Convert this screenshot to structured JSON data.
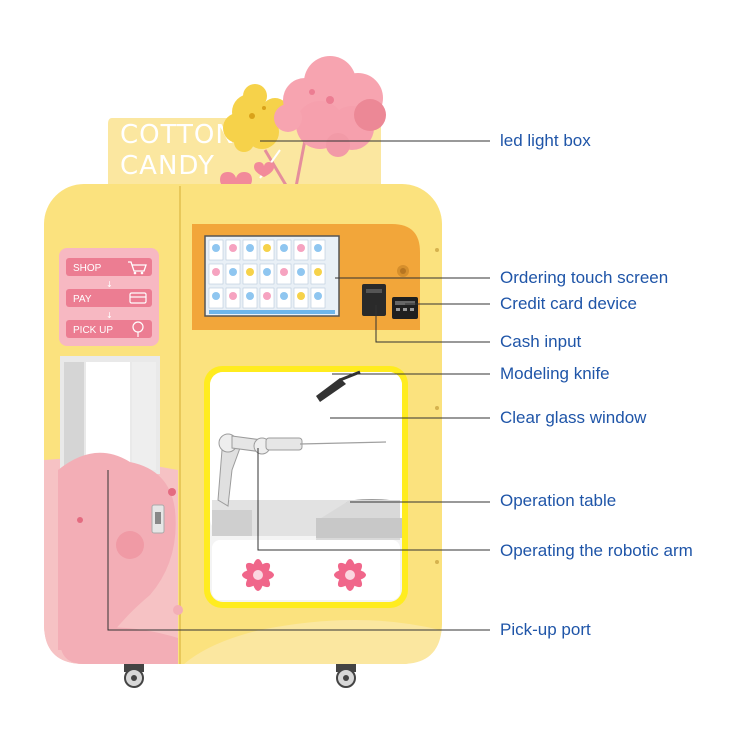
{
  "sign": {
    "line1": "COTTON",
    "line2": "CANDY"
  },
  "steps": [
    {
      "label": "SHOP",
      "icon": "cart-icon"
    },
    {
      "label": "PAY",
      "icon": "card-icon"
    },
    {
      "label": "PICK UP",
      "icon": "cotton-candy-icon"
    }
  ],
  "callouts": [
    {
      "id": "led-light-box",
      "label": "led light box"
    },
    {
      "id": "ordering-touch-screen",
      "label": "Ordering touch screen"
    },
    {
      "id": "credit-card-device",
      "label": "Credit card device"
    },
    {
      "id": "cash-input",
      "label": "Cash input"
    },
    {
      "id": "modeling-knife",
      "label": "Modeling knife"
    },
    {
      "id": "clear-glass-window",
      "label": "Clear glass window"
    },
    {
      "id": "operation-table",
      "label": "Operation table"
    },
    {
      "id": "operating-robotic-arm",
      "label": "Operating the robotic arm"
    },
    {
      "id": "pick-up-port",
      "label": "Pick-up port"
    }
  ],
  "colors": {
    "body_yellow": "#fbe27e",
    "body_pink": "#f6c2c4",
    "candy_pink": "#f49aa6",
    "candy_yellow": "#f6d24a",
    "screen_orange": "#f2a63a",
    "window_frame": "#ffec1f",
    "label_blue": "#1f55a8",
    "step_pink": "#ec7d92"
  }
}
